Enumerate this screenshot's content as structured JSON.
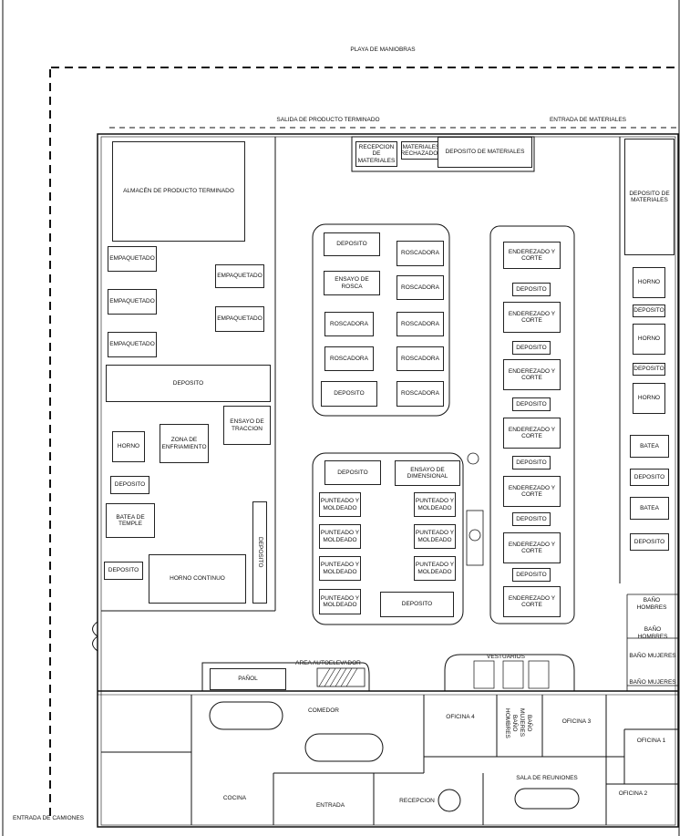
{
  "site": {
    "playa": "PLAYA DE MANIOBRAS",
    "salida": "SALIDA DE PRODUCTO TERMINADO",
    "entrada_materiales": "ENTRADA DE MATERIALES",
    "entrada_camiones": "ENTRADA DE CAMIONES"
  },
  "top_dock": {
    "recepcion": "RECEPCION DE MATERIALES",
    "rechazados": "MATERIALES RECHAZADOS",
    "deposito": "DEPOSITO DE MATERIALES"
  },
  "left_area": {
    "almacen": "ALMACÉN DE PRODUCTO TERMINADO",
    "empaquetado": "EMPAQUETADO",
    "deposito": "DEPOSITO",
    "horno": "HORNO",
    "zona": "ZONA DE ENFRIAMIENTO",
    "ensayo_traccion": "ENSAYO DE TRACCION",
    "batea_temple": "BATEA DE TEMPLE",
    "horno_continuo": "HORNO CONTINUO"
  },
  "center_top": {
    "deposito": "DEPOSITO",
    "roscadora": "ROSCADORA",
    "ensayo_rosca": "ENSAYO DE ROSCA"
  },
  "center_bottom": {
    "deposito": "DEPOSITO",
    "ensayo_dim": "ENSAYO DE DIMENSIONAL",
    "punteado": "PUNTEADO Y MOLDEADO"
  },
  "corte": {
    "enderezado": "ENDEREZADO Y CORTE",
    "deposito": "DEPOSITO"
  },
  "right_col": {
    "deposito_materiales": "DEPOSITO DE MATERIALES",
    "horno": "HORNO",
    "deposito": "DEPOSITO",
    "batea": "BATEA",
    "bano_hombres": "BAÑO HOMBRES",
    "bano_mujeres": "BAÑO MUJERES"
  },
  "bottom": {
    "panol": "PAÑOL",
    "autoelevador": "AREA AUTOELEVADOR",
    "vestuarios": "VESTUARIOS",
    "comedor": "COMEDOR",
    "cocina": "COCINA",
    "entrada": "ENTRADA",
    "recepcion": "RECEPCION",
    "sala": "SALA DE REUNIONES",
    "oficina4": "OFICINA 4",
    "oficina3": "OFICINA 3",
    "oficina1": "OFICINA 1",
    "oficina2": "OFICINA 2",
    "bano_h": "BAÑO HOMBRES",
    "bano_m": "BAÑO MUJERES"
  }
}
